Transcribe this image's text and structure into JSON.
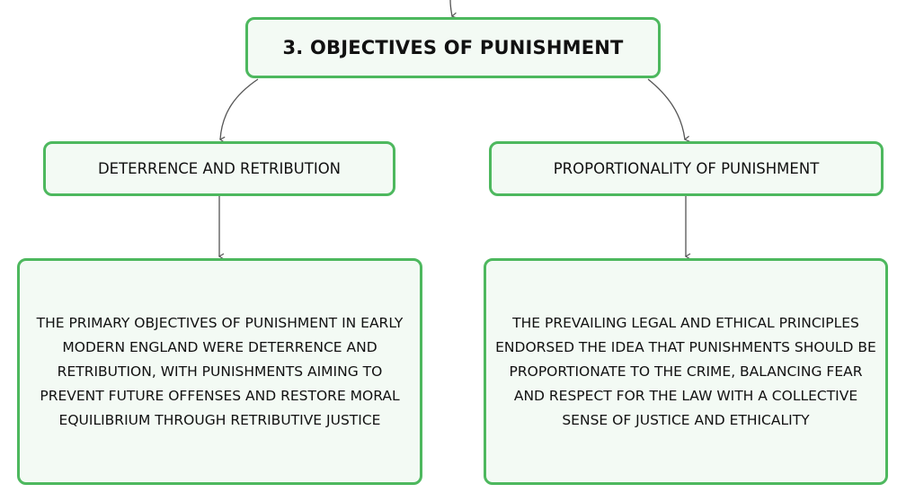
{
  "root": {
    "label": "3. OBJECTIVES OF PUNISHMENT"
  },
  "branches": [
    {
      "label": "DETERRENCE AND RETRIBUTION",
      "detail": "THE PRIMARY OBJECTIVES OF PUNISHMENT IN EARLY MODERN ENGLAND WERE DETERRENCE AND RETRIBUTION, WITH PUNISHMENTS AIMING TO PREVENT FUTURE OFFENSES AND RESTORE MORAL EQUILIBRIUM THROUGH RETRIBUTIVE JUSTICE"
    },
    {
      "label": "PROPORTIONALITY OF PUNISHMENT",
      "detail": "THE PREVAILING LEGAL AND ETHICAL PRINCIPLES ENDORSED THE IDEA THAT PUNISHMENTS SHOULD BE PROPORTIONATE TO THE CRIME, BALANCING FEAR AND RESPECT FOR THE LAW WITH A COLLECTIVE SENSE OF JUSTICE AND ETHICALITY"
    }
  ],
  "colors": {
    "node_border": "#4db85e",
    "node_fill": "#f3faf4",
    "edge": "#555555",
    "text": "#111111"
  }
}
